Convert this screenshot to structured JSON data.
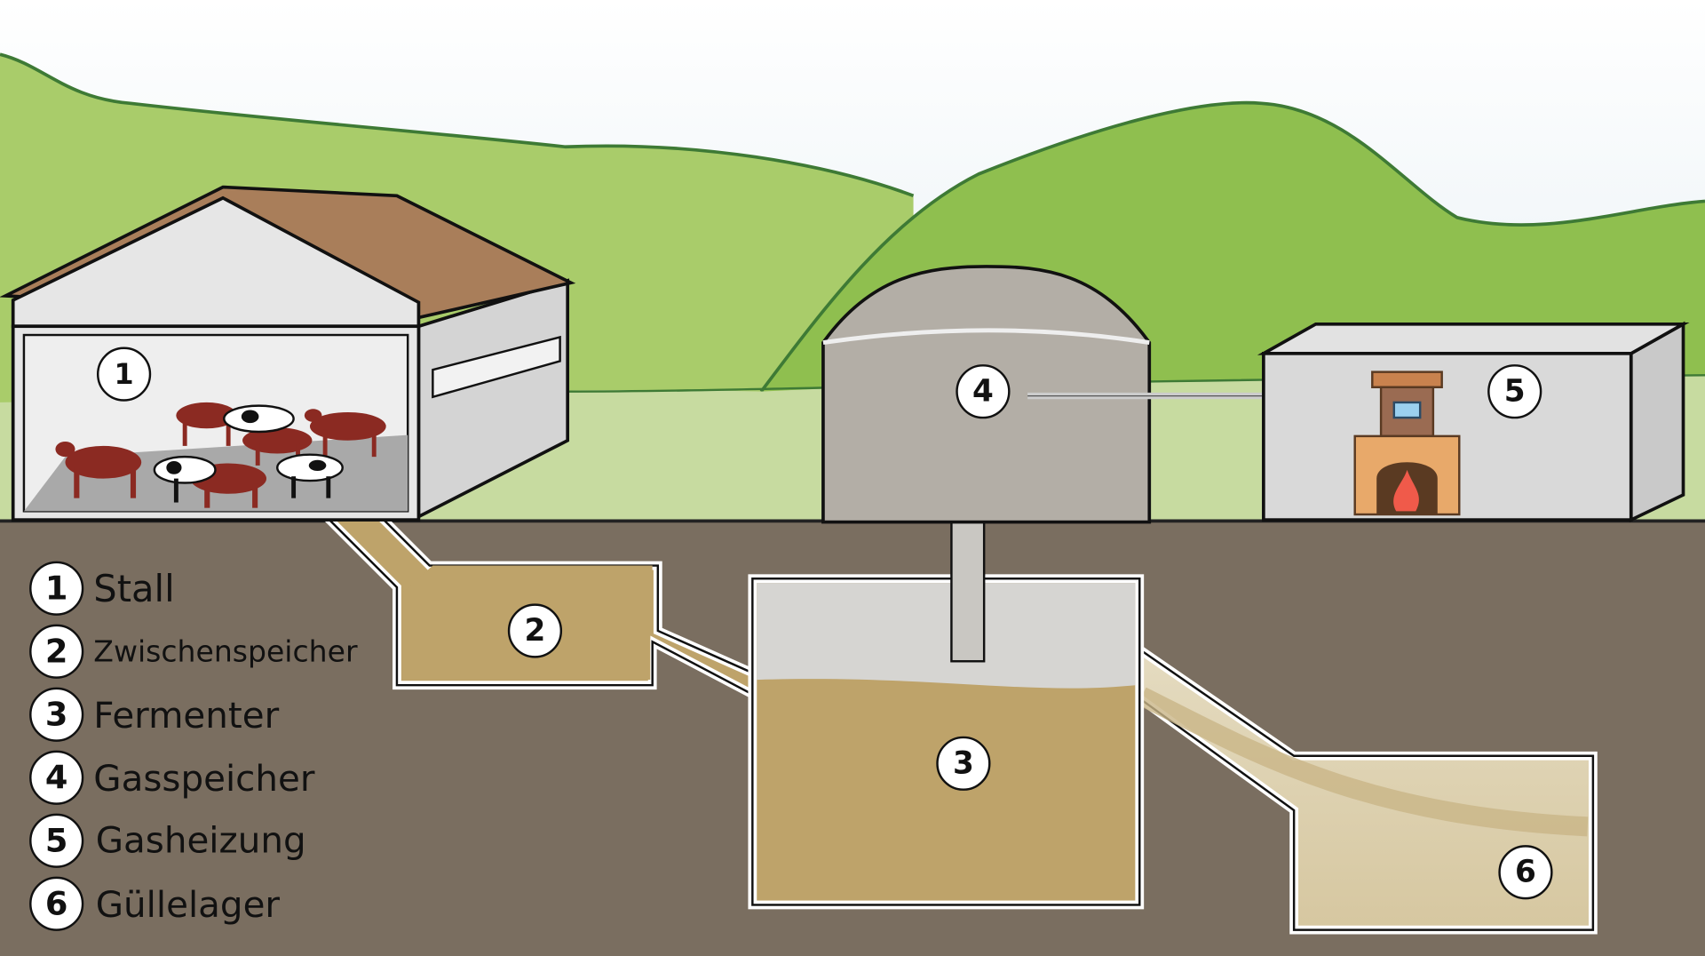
{
  "legend": {
    "items": [
      {
        "number": "1",
        "label": "Stall"
      },
      {
        "number": "2",
        "label": "Zwischenspeicher"
      },
      {
        "number": "3",
        "label": "Fermenter"
      },
      {
        "number": "4",
        "label": "Gasspeicher"
      },
      {
        "number": "5",
        "label": "Gasheizung"
      },
      {
        "number": "6",
        "label": "Güllelager"
      }
    ]
  },
  "colors": {
    "sky": "#eaf1f5",
    "hill": "#9cc55c",
    "field": "#c9dca0",
    "ground": "#7a6e60",
    "slurry": "#bea36a",
    "roof": "#a97e5a",
    "building": "#d7d7d7",
    "dome": "#b3aea6",
    "cow_red": "#8b2a22"
  }
}
